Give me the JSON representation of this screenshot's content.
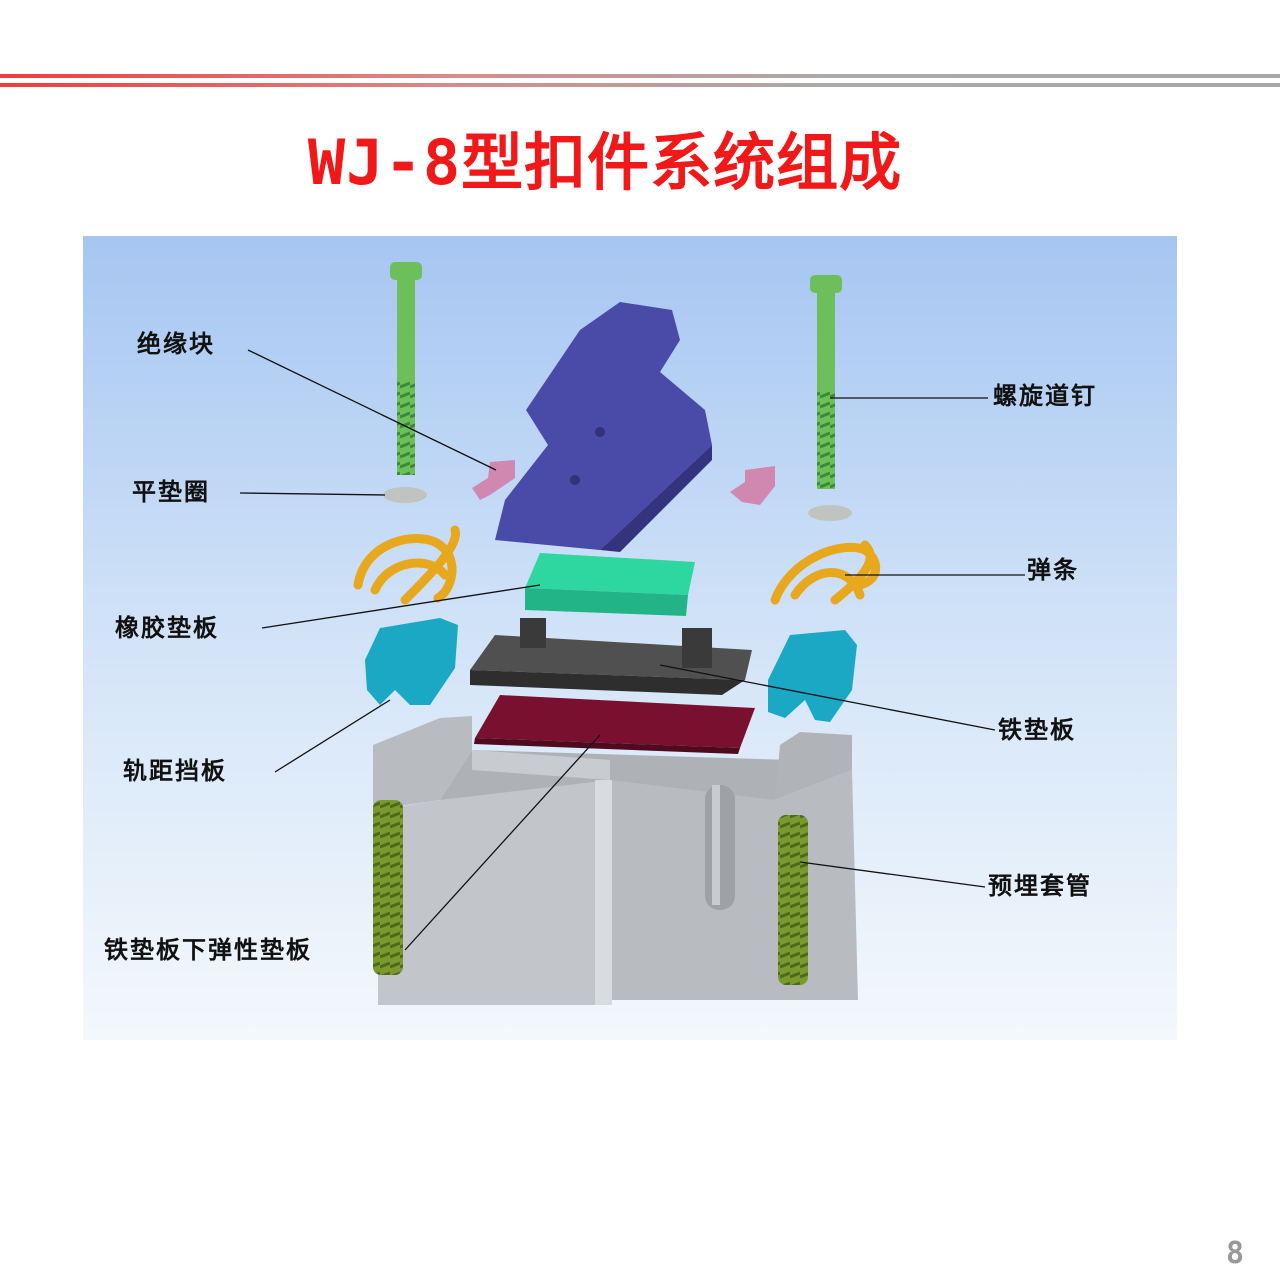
{
  "slide": {
    "title": "WJ-8型扣件系统组成",
    "page_number": "8"
  },
  "diagram": {
    "labels": {
      "insulation_block": "绝缘块",
      "flat_washer": "平垫圈",
      "rubber_pad": "橡胶垫板",
      "gauge_block": "轨距挡板",
      "elastic_pad_under_plate": "铁垫板下弹性垫板",
      "screw_spike": "螺旋道钉",
      "spring_clip": "弹条",
      "iron_base_plate": "铁垫板",
      "embedded_sleeve": "预埋套管"
    },
    "colors": {
      "title": "#f01818",
      "rail": "#4a4aa8",
      "spike": "#6cbf5a",
      "clip": "#e8a81e",
      "rubber_pad": "#2ed6a0",
      "iron_plate": "#4a4a4a",
      "under_pad": "#7a1030",
      "gauge_block": "#1aa8c4",
      "sleeve": "#7a9a30",
      "sleeper": "#c4c8cc"
    }
  }
}
